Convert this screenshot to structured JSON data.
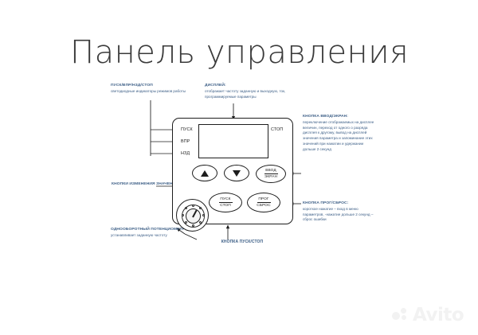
{
  "page": {
    "title": "Панель управления",
    "watermark": "Avito"
  },
  "callouts": {
    "start_modes": {
      "heading": "ПУСК/ВПР/НЗД/СТОП",
      "body": "светодиодные индикаторы режимов работы"
    },
    "display": {
      "heading": "ДИСПЛЕЙ:",
      "body": "отображает частоту заданную и выходную, ток, программируемые параметры"
    },
    "enter_screen": {
      "heading": "КНОПКА ВВОД/ЭКРАН:",
      "body": "переключение отображаемых на дисплее величин, переход от одного о разряда дисплея к другому, вывод на дисплей значения параметра и запоминание этих значений при нажатии и удержании дольше 2 секунд"
    },
    "prog_reset": {
      "heading": "КНОПКА ПРОГ/СБРОС:",
      "body": "короткое нажатие – вход в меню параметров, -нажатие дольше 2 секунд – сброс ошибки"
    },
    "value_buttons": {
      "heading": "КНОПКИ ИЗМЕНЕНИЯ ЗНАЧЕНИЙ",
      "body": ""
    },
    "potentiometer": {
      "heading": "ОДНООБОРОТНЫЙ ПОТЕНЦИОМЕТР:",
      "body": "устанавливает заданную частоту"
    },
    "start_stop": {
      "heading": "КНОПКА ПУСК/СТОП",
      "body": ""
    }
  },
  "device": {
    "indicators": [
      {
        "id": "pusk",
        "label": "ПУСК"
      },
      {
        "id": "vpr",
        "label": "ВПР"
      },
      {
        "id": "nzd",
        "label": "НЗД"
      },
      {
        "id": "stop",
        "label": "СТОП"
      }
    ],
    "buttons": [
      {
        "id": "up",
        "icon": "arrow-up-icon",
        "line1": "",
        "line2": ""
      },
      {
        "id": "down",
        "icon": "arrow-down-icon",
        "line1": "",
        "line2": ""
      },
      {
        "id": "enter",
        "icon": "",
        "line1": "ВВОД",
        "line2": "ЭКРАН"
      },
      {
        "id": "run",
        "icon": "",
        "line1": "ПУСК",
        "line2": "СТОП"
      },
      {
        "id": "prog",
        "icon": "",
        "line1": "ПРОГ",
        "line2": "СБРОС"
      }
    ],
    "knob": {
      "name": "potentiometer-knob"
    }
  },
  "colors": {
    "label_blue": "#3c5e86",
    "ink": "#1d1d1d",
    "title": "#3a3a3a",
    "watermark": "#f2f2f2"
  }
}
